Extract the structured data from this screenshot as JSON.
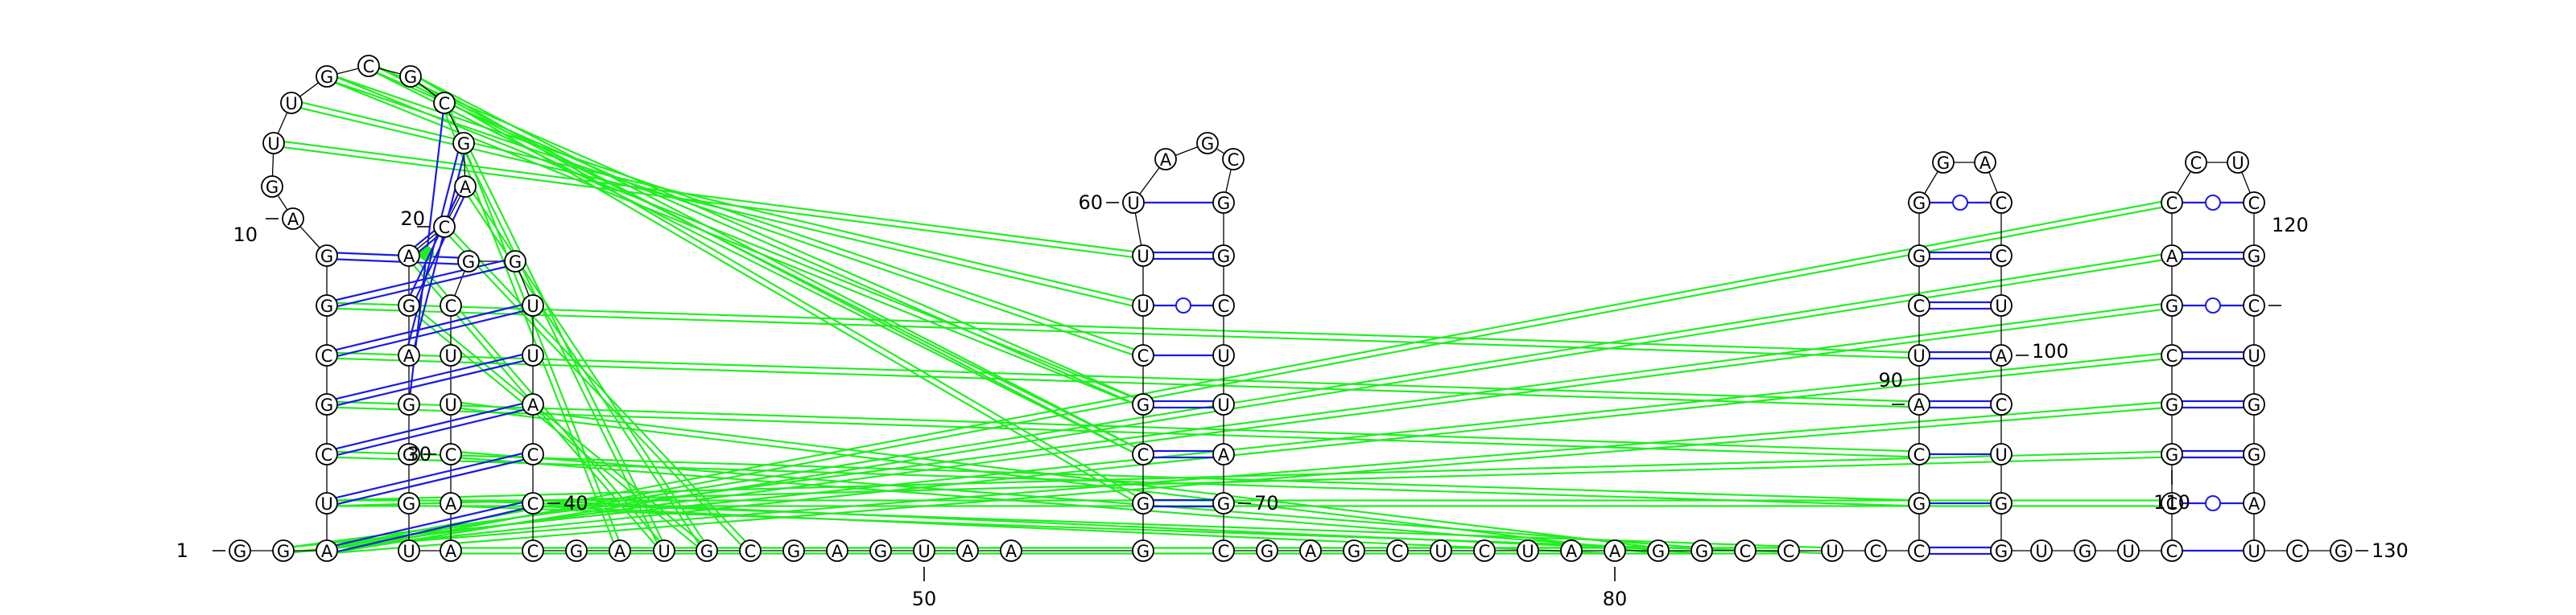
{
  "colors": {
    "backbone": "#000000",
    "canonical_pair": "#1a1ae6",
    "wobble_pair": "#1a1ae6",
    "pseudoknot": "#22ee22",
    "noncanonical_marker": "#22ee22"
  },
  "diagram": {
    "sequence": "GGAUCGCGGAGUUGCGCGACAGAGGGUAACUUCGGUUACCCGAUGCGAGUAAGGCGCUUUAGCGGCUUAGCGAGCUCUAAGGCCUCCGCAUCGGGACCUACUGGUGUCCGGCGACCUCGCUGGAUCG",
    "pairs": [
      [
        3,
        40,
        "canonical"
      ],
      [
        4,
        39,
        "canonical"
      ],
      [
        5,
        38,
        "canonical"
      ],
      [
        6,
        37,
        "canonical"
      ],
      [
        7,
        36,
        "canonical"
      ],
      [
        8,
        35,
        "canonical"
      ],
      [
        9,
        34,
        "canonical"
      ],
      [
        17,
        24,
        "noncanonical"
      ],
      [
        18,
        23,
        "canonical"
      ],
      [
        19,
        22,
        "canonical"
      ],
      [
        20,
        21,
        "canonical"
      ]
    ],
    "number_labels": [
      {
        "n": 1,
        "text": "1"
      },
      {
        "n": 10,
        "text": "10"
      },
      {
        "n": 20,
        "text": "20"
      },
      {
        "n": 30,
        "text": "30"
      },
      {
        "n": 40,
        "text": "40"
      },
      {
        "n": 50,
        "text": "50"
      },
      {
        "n": 60,
        "text": "60"
      },
      {
        "n": 70,
        "text": "70"
      },
      {
        "n": 80,
        "text": "80"
      },
      {
        "n": 90,
        "text": "90"
      },
      {
        "n": 100,
        "text": "100"
      },
      {
        "n": 110,
        "text": "110"
      },
      {
        "n": 120,
        "text": "120"
      },
      {
        "n": 130,
        "text": "130"
      }
    ]
  }
}
